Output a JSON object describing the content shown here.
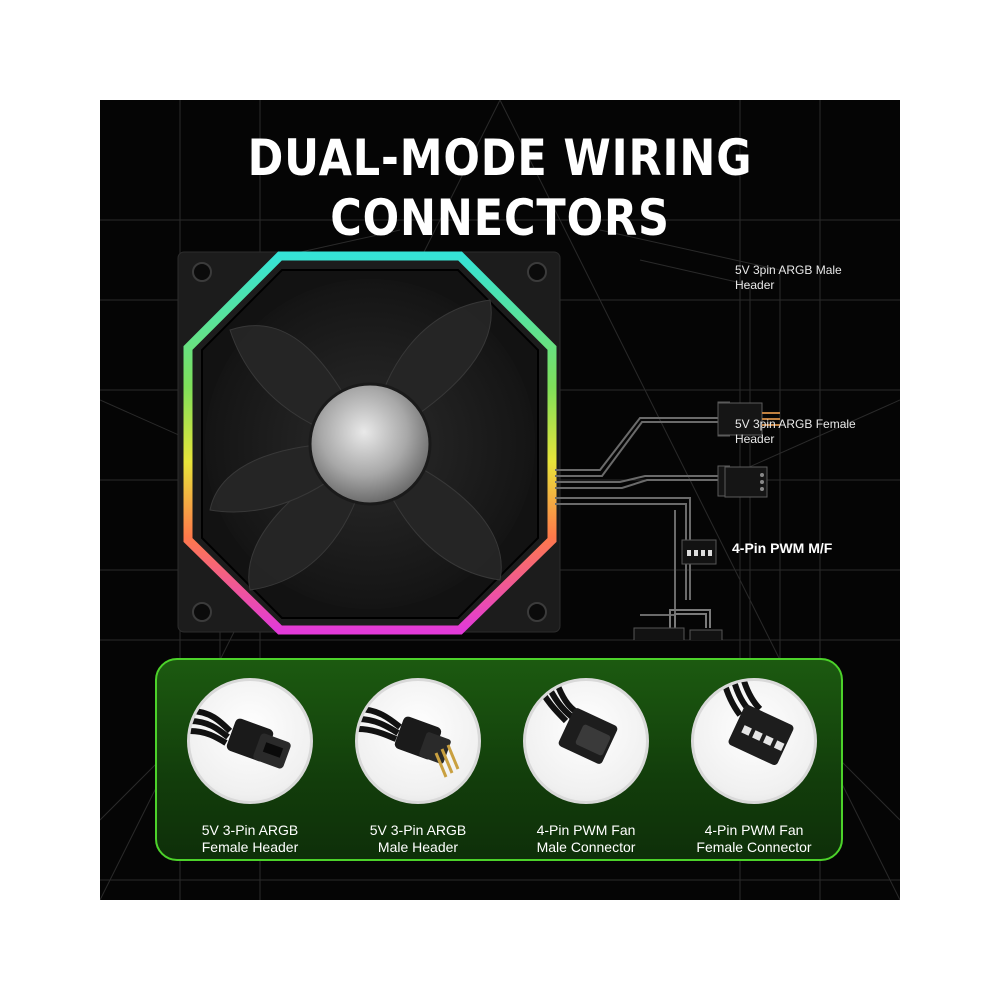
{
  "title": "DUAL-MODE WIRING CONNECTORS",
  "callouts": {
    "argb_male": [
      "5V 3pin ARGB Male",
      "Header"
    ],
    "argb_female": [
      "5V 3pin ARGB Female",
      "Header"
    ],
    "pwm": "4-Pin PWM M/F"
  },
  "connectors": [
    {
      "line1": "5V 3-Pin ARGB",
      "line2": "Female Header",
      "icon": "argb-female-plug-icon"
    },
    {
      "line1": "5V 3-Pin ARGB",
      "line2": "Male Header",
      "icon": "argb-male-plug-icon"
    },
    {
      "line1": "4-Pin PWM Fan",
      "line2": "Male Connector",
      "icon": "pwm-male-plug-icon"
    },
    {
      "line1": "4-Pin PWM Fan",
      "line2": "Female Connector",
      "icon": "pwm-female-plug-icon"
    }
  ],
  "colors": {
    "accent_green": "#4cd22a",
    "rgb_cyan": "#35e3d6",
    "rgb_yellow": "#e8e53a",
    "rgb_magenta": "#e23ad8"
  }
}
